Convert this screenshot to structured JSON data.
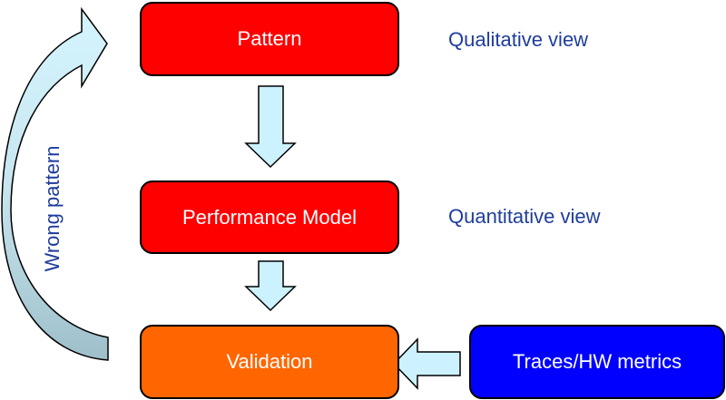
{
  "nodes": {
    "pattern": {
      "label": "Pattern",
      "color": "#ff0000"
    },
    "performance_model": {
      "label": "Performance Model",
      "color": "#ff0000"
    },
    "validation": {
      "label": "Validation",
      "color": "#ff6600"
    },
    "traces": {
      "label": "Traces/HW metrics",
      "color": "#0000ff"
    }
  },
  "annotations": {
    "qualitative": "Qualitative view",
    "quantitative": "Quantitative view",
    "feedback": "Wrong pattern"
  },
  "colors": {
    "arrow_fill": "#ccf2ff",
    "feedback_arrow_dark": "#a0c4cc",
    "annotation_text": "#1f3d9c"
  }
}
